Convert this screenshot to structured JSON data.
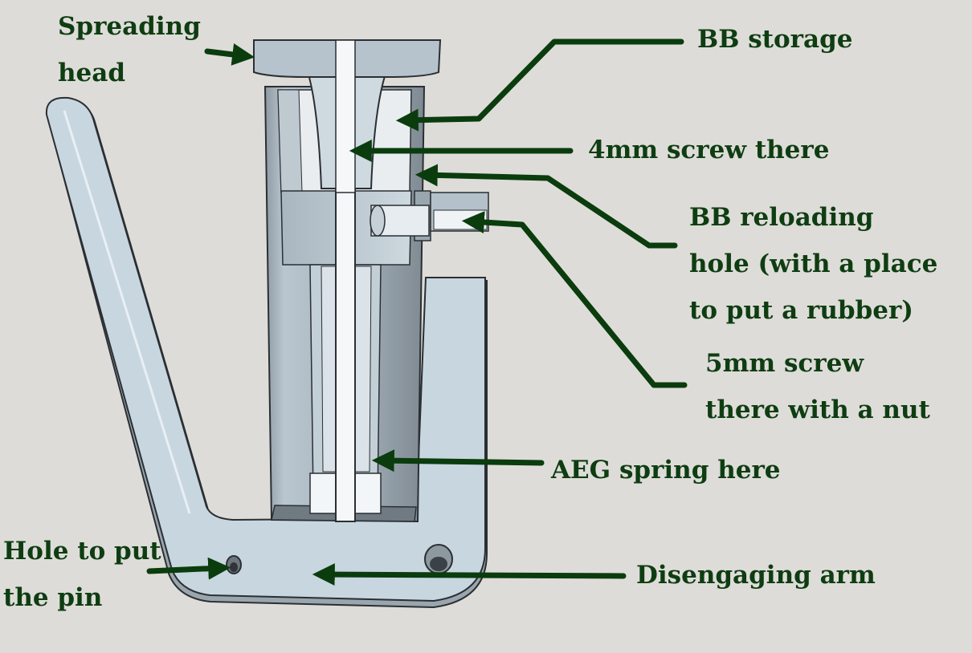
{
  "labels": {
    "spreading_head": "Spreading\nhead",
    "bb_storage": "BB storage",
    "screw_4mm": "4mm screw there",
    "reloading_hole": "BB reloading\nhole (with a place\nto put a rubber)",
    "screw_5mm": "5mm screw\nthere with a nut",
    "aeg_spring": "AEG spring here",
    "hole_pin": "Hole to put\nthe pin",
    "disengaging_arm": "Disengaging arm"
  },
  "colors": {
    "background": "#dedcd8",
    "label_text": "#0e3d12",
    "arrow": "#0a3c0e",
    "part_fill": "#c8d6e0",
    "part_shadow": "#9aa6ae",
    "part_light": "#e9eff3",
    "outline": "#2a2f33"
  }
}
